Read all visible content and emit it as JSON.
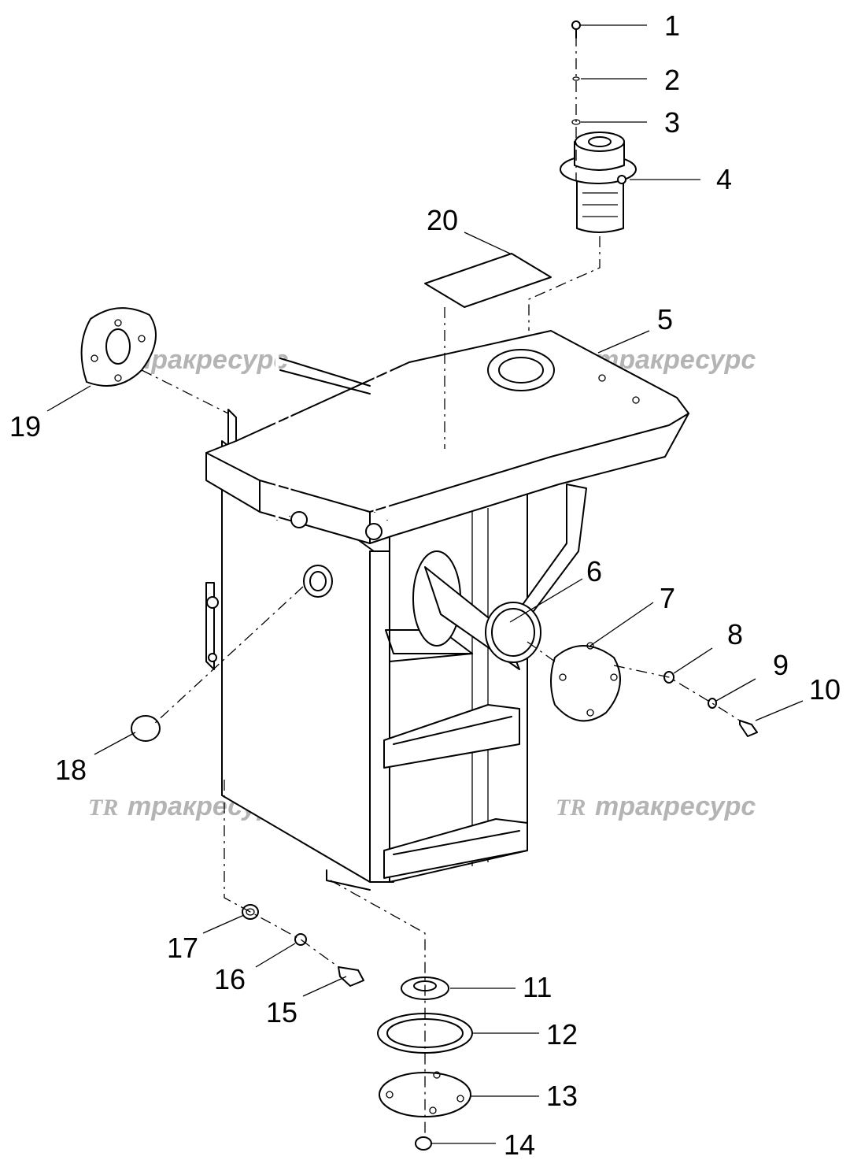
{
  "callouts": [
    {
      "label": "1"
    },
    {
      "label": "2"
    },
    {
      "label": "3"
    },
    {
      "label": "4"
    },
    {
      "label": "5"
    },
    {
      "label": "6"
    },
    {
      "label": "7"
    },
    {
      "label": "8"
    },
    {
      "label": "9"
    },
    {
      "label": "10"
    },
    {
      "label": "11"
    },
    {
      "label": "12"
    },
    {
      "label": "13"
    },
    {
      "label": "14"
    },
    {
      "label": "15"
    },
    {
      "label": "16"
    },
    {
      "label": "17"
    },
    {
      "label": "18"
    },
    {
      "label": "19"
    },
    {
      "label": "20"
    }
  ],
  "watermark": {
    "logo": "TR",
    "text": "тракресурс"
  }
}
